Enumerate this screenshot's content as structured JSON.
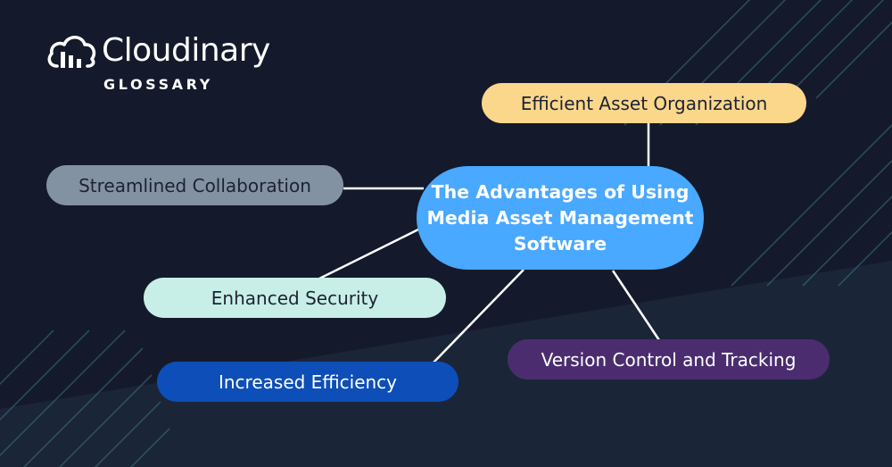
{
  "brand": {
    "name": "Cloudinary",
    "subtitle": "GLOSSARY",
    "icon": "cloud-bars-icon"
  },
  "diagram": {
    "center": {
      "label": "The Advantages of Using Media Asset Management Software",
      "color": "#49a8ff"
    },
    "nodes": [
      {
        "id": "efficient-asset-organization",
        "label": "Efficient Asset Organization",
        "fill": "#fad78b",
        "text_color": "#1d2233"
      },
      {
        "id": "streamlined-collaboration",
        "label": "Streamlined Collaboration",
        "fill": "#8392a2",
        "text_color": "#1d2233"
      },
      {
        "id": "enhanced-security",
        "label": "Enhanced Security",
        "fill": "#c8efe7",
        "text_color": "#1d2233"
      },
      {
        "id": "increased-efficiency",
        "label": "Increased Efficiency",
        "fill": "#0d4eb8",
        "text_color": "#ffffff"
      },
      {
        "id": "version-control-and-tracking",
        "label": "Version Control and Tracking",
        "fill": "#4b2d6f",
        "text_color": "#ffffff"
      }
    ],
    "edges": [
      {
        "from": "center",
        "to": "efficient-asset-organization"
      },
      {
        "from": "center",
        "to": "streamlined-collaboration"
      },
      {
        "from": "center",
        "to": "enhanced-security"
      },
      {
        "from": "center",
        "to": "increased-efficiency"
      },
      {
        "from": "center",
        "to": "version-control-and-tracking"
      }
    ],
    "connector_color": "#ffffff",
    "background_color": "#141a2b"
  }
}
